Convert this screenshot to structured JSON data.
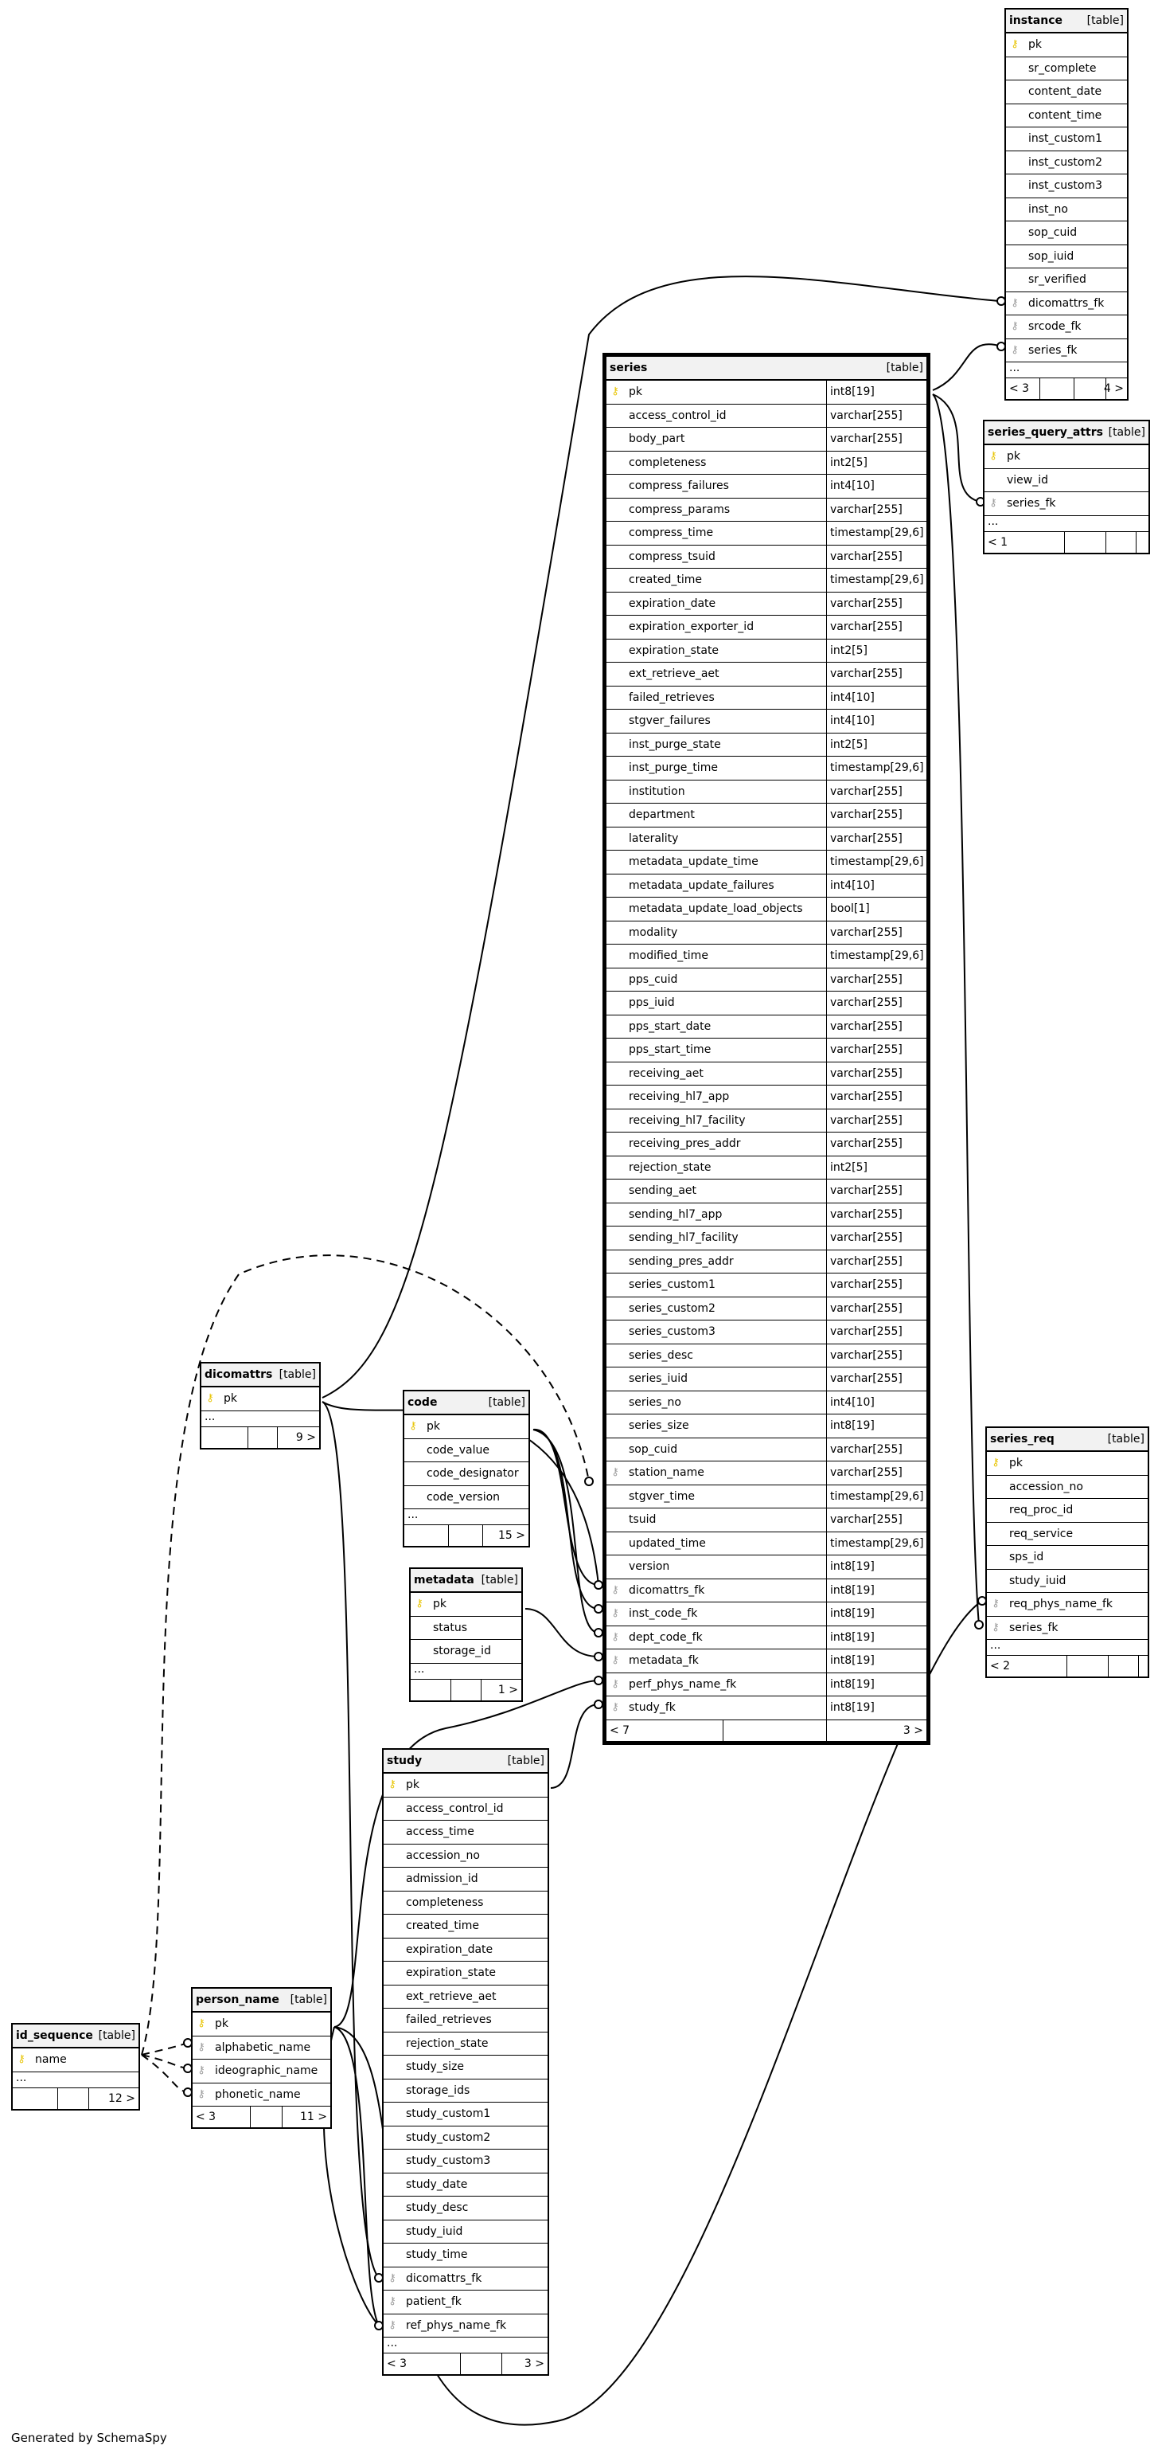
{
  "credit": "Generated by SchemaSpy",
  "tables": [
    {
      "name": "instance",
      "type": "[table]",
      "columns": [
        {
          "name": "pk",
          "key": "pk"
        },
        {
          "name": "sr_complete",
          "key": ""
        },
        {
          "name": "content_date",
          "key": ""
        },
        {
          "name": "content_time",
          "key": ""
        },
        {
          "name": "inst_custom1",
          "key": ""
        },
        {
          "name": "inst_custom2",
          "key": ""
        },
        {
          "name": "inst_custom3",
          "key": ""
        },
        {
          "name": "inst_no",
          "key": ""
        },
        {
          "name": "sop_cuid",
          "key": ""
        },
        {
          "name": "sop_iuid",
          "key": ""
        },
        {
          "name": "sr_verified",
          "key": ""
        },
        {
          "name": "dicomattrs_fk",
          "key": "fk"
        },
        {
          "name": "srcode_fk",
          "key": "fk"
        },
        {
          "name": "series_fk",
          "key": "fk"
        }
      ],
      "ellipsis": "...",
      "footer": {
        "left": "< 3",
        "right": "4 >"
      }
    },
    {
      "name": "series_query_attrs",
      "type": "[table]",
      "columns": [
        {
          "name": "pk",
          "key": "pk"
        },
        {
          "name": "view_id",
          "key": ""
        },
        {
          "name": "series_fk",
          "key": "fk"
        }
      ],
      "ellipsis": "...",
      "footer": {
        "left": "< 1",
        "right": ""
      }
    },
    {
      "name": "series",
      "type": "[table]",
      "columns": [
        {
          "name": "pk",
          "type": "int8[19]",
          "key": "pk"
        },
        {
          "name": "access_control_id",
          "type": "varchar[255]",
          "key": ""
        },
        {
          "name": "body_part",
          "type": "varchar[255]",
          "key": ""
        },
        {
          "name": "completeness",
          "type": "int2[5]",
          "key": ""
        },
        {
          "name": "compress_failures",
          "type": "int4[10]",
          "key": ""
        },
        {
          "name": "compress_params",
          "type": "varchar[255]",
          "key": ""
        },
        {
          "name": "compress_time",
          "type": "timestamp[29,6]",
          "key": ""
        },
        {
          "name": "compress_tsuid",
          "type": "varchar[255]",
          "key": ""
        },
        {
          "name": "created_time",
          "type": "timestamp[29,6]",
          "key": ""
        },
        {
          "name": "expiration_date",
          "type": "varchar[255]",
          "key": ""
        },
        {
          "name": "expiration_exporter_id",
          "type": "varchar[255]",
          "key": ""
        },
        {
          "name": "expiration_state",
          "type": "int2[5]",
          "key": ""
        },
        {
          "name": "ext_retrieve_aet",
          "type": "varchar[255]",
          "key": ""
        },
        {
          "name": "failed_retrieves",
          "type": "int4[10]",
          "key": ""
        },
        {
          "name": "stgver_failures",
          "type": "int4[10]",
          "key": ""
        },
        {
          "name": "inst_purge_state",
          "type": "int2[5]",
          "key": ""
        },
        {
          "name": "inst_purge_time",
          "type": "timestamp[29,6]",
          "key": ""
        },
        {
          "name": "institution",
          "type": "varchar[255]",
          "key": ""
        },
        {
          "name": "department",
          "type": "varchar[255]",
          "key": ""
        },
        {
          "name": "laterality",
          "type": "varchar[255]",
          "key": ""
        },
        {
          "name": "metadata_update_time",
          "type": "timestamp[29,6]",
          "key": ""
        },
        {
          "name": "metadata_update_failures",
          "type": "int4[10]",
          "key": ""
        },
        {
          "name": "metadata_update_load_objects",
          "type": "bool[1]",
          "key": ""
        },
        {
          "name": "modality",
          "type": "varchar[255]",
          "key": ""
        },
        {
          "name": "modified_time",
          "type": "timestamp[29,6]",
          "key": ""
        },
        {
          "name": "pps_cuid",
          "type": "varchar[255]",
          "key": ""
        },
        {
          "name": "pps_iuid",
          "type": "varchar[255]",
          "key": ""
        },
        {
          "name": "pps_start_date",
          "type": "varchar[255]",
          "key": ""
        },
        {
          "name": "pps_start_time",
          "type": "varchar[255]",
          "key": ""
        },
        {
          "name": "receiving_aet",
          "type": "varchar[255]",
          "key": ""
        },
        {
          "name": "receiving_hl7_app",
          "type": "varchar[255]",
          "key": ""
        },
        {
          "name": "receiving_hl7_facility",
          "type": "varchar[255]",
          "key": ""
        },
        {
          "name": "receiving_pres_addr",
          "type": "varchar[255]",
          "key": ""
        },
        {
          "name": "rejection_state",
          "type": "int2[5]",
          "key": ""
        },
        {
          "name": "sending_aet",
          "type": "varchar[255]",
          "key": ""
        },
        {
          "name": "sending_hl7_app",
          "type": "varchar[255]",
          "key": ""
        },
        {
          "name": "sending_hl7_facility",
          "type": "varchar[255]",
          "key": ""
        },
        {
          "name": "sending_pres_addr",
          "type": "varchar[255]",
          "key": ""
        },
        {
          "name": "series_custom1",
          "type": "varchar[255]",
          "key": ""
        },
        {
          "name": "series_custom2",
          "type": "varchar[255]",
          "key": ""
        },
        {
          "name": "series_custom3",
          "type": "varchar[255]",
          "key": ""
        },
        {
          "name": "series_desc",
          "type": "varchar[255]",
          "key": ""
        },
        {
          "name": "series_iuid",
          "type": "varchar[255]",
          "key": ""
        },
        {
          "name": "series_no",
          "type": "int4[10]",
          "key": ""
        },
        {
          "name": "series_size",
          "type": "int8[19]",
          "key": ""
        },
        {
          "name": "sop_cuid",
          "type": "varchar[255]",
          "key": ""
        },
        {
          "name": "station_name",
          "type": "varchar[255]",
          "key": "fk"
        },
        {
          "name": "stgver_time",
          "type": "timestamp[29,6]",
          "key": ""
        },
        {
          "name": "tsuid",
          "type": "varchar[255]",
          "key": ""
        },
        {
          "name": "updated_time",
          "type": "timestamp[29,6]",
          "key": ""
        },
        {
          "name": "version",
          "type": "int8[19]",
          "key": ""
        },
        {
          "name": "dicomattrs_fk",
          "type": "int8[19]",
          "key": "fk"
        },
        {
          "name": "inst_code_fk",
          "type": "int8[19]",
          "key": "fk"
        },
        {
          "name": "dept_code_fk",
          "type": "int8[19]",
          "key": "fk"
        },
        {
          "name": "metadata_fk",
          "type": "int8[19]",
          "key": "fk"
        },
        {
          "name": "perf_phys_name_fk",
          "type": "int8[19]",
          "key": "fk"
        },
        {
          "name": "study_fk",
          "type": "int8[19]",
          "key": "fk"
        }
      ],
      "ellipsis": "",
      "footer": {
        "left": "< 7",
        "right": "3 >"
      }
    },
    {
      "name": "series_req",
      "type": "[table]",
      "columns": [
        {
          "name": "pk",
          "key": "pk"
        },
        {
          "name": "accession_no",
          "key": ""
        },
        {
          "name": "req_proc_id",
          "key": ""
        },
        {
          "name": "req_service",
          "key": ""
        },
        {
          "name": "sps_id",
          "key": ""
        },
        {
          "name": "study_iuid",
          "key": ""
        },
        {
          "name": "req_phys_name_fk",
          "key": "fk"
        },
        {
          "name": "series_fk",
          "key": "fk"
        }
      ],
      "ellipsis": "...",
      "footer": {
        "left": "< 2",
        "right": ""
      }
    },
    {
      "name": "dicomattrs",
      "type": "[table]",
      "columns": [
        {
          "name": "pk",
          "key": "pk"
        }
      ],
      "ellipsis": "...",
      "footer": {
        "left": "",
        "right": "9 >"
      }
    },
    {
      "name": "code",
      "type": "[table]",
      "columns": [
        {
          "name": "pk",
          "key": "pk"
        },
        {
          "name": "code_value",
          "key": ""
        },
        {
          "name": "code_designator",
          "key": ""
        },
        {
          "name": "code_version",
          "key": ""
        }
      ],
      "ellipsis": "...",
      "footer": {
        "left": "",
        "right": "15 >"
      }
    },
    {
      "name": "metadata",
      "type": "[table]",
      "columns": [
        {
          "name": "pk",
          "key": "pk"
        },
        {
          "name": "status",
          "key": ""
        },
        {
          "name": "storage_id",
          "key": ""
        }
      ],
      "ellipsis": "...",
      "footer": {
        "left": "",
        "right": "1 >"
      }
    },
    {
      "name": "study",
      "type": "[table]",
      "columns": [
        {
          "name": "pk",
          "key": "pk"
        },
        {
          "name": "access_control_id",
          "key": ""
        },
        {
          "name": "access_time",
          "key": ""
        },
        {
          "name": "accession_no",
          "key": ""
        },
        {
          "name": "admission_id",
          "key": ""
        },
        {
          "name": "completeness",
          "key": ""
        },
        {
          "name": "created_time",
          "key": ""
        },
        {
          "name": "expiration_date",
          "key": ""
        },
        {
          "name": "expiration_state",
          "key": ""
        },
        {
          "name": "ext_retrieve_aet",
          "key": ""
        },
        {
          "name": "failed_retrieves",
          "key": ""
        },
        {
          "name": "rejection_state",
          "key": ""
        },
        {
          "name": "study_size",
          "key": ""
        },
        {
          "name": "storage_ids",
          "key": ""
        },
        {
          "name": "study_custom1",
          "key": ""
        },
        {
          "name": "study_custom2",
          "key": ""
        },
        {
          "name": "study_custom3",
          "key": ""
        },
        {
          "name": "study_date",
          "key": ""
        },
        {
          "name": "study_desc",
          "key": ""
        },
        {
          "name": "study_iuid",
          "key": ""
        },
        {
          "name": "study_time",
          "key": ""
        },
        {
          "name": "dicomattrs_fk",
          "key": "fk"
        },
        {
          "name": "patient_fk",
          "key": "fk"
        },
        {
          "name": "ref_phys_name_fk",
          "key": "fk"
        }
      ],
      "ellipsis": "...",
      "footer": {
        "left": "< 3",
        "right": "3 >"
      }
    },
    {
      "name": "person_name",
      "type": "[table]",
      "columns": [
        {
          "name": "pk",
          "key": "pk"
        },
        {
          "name": "alphabetic_name",
          "key": "fk"
        },
        {
          "name": "ideographic_name",
          "key": "fk"
        },
        {
          "name": "phonetic_name",
          "key": "fk"
        }
      ],
      "ellipsis": "",
      "footer": {
        "left": "< 3",
        "right": "11 >"
      }
    },
    {
      "name": "id_sequence",
      "type": "[table]",
      "columns": [
        {
          "name": "name",
          "key": "pk"
        }
      ],
      "ellipsis": "...",
      "footer": {
        "left": "",
        "right": "12 >"
      }
    }
  ]
}
